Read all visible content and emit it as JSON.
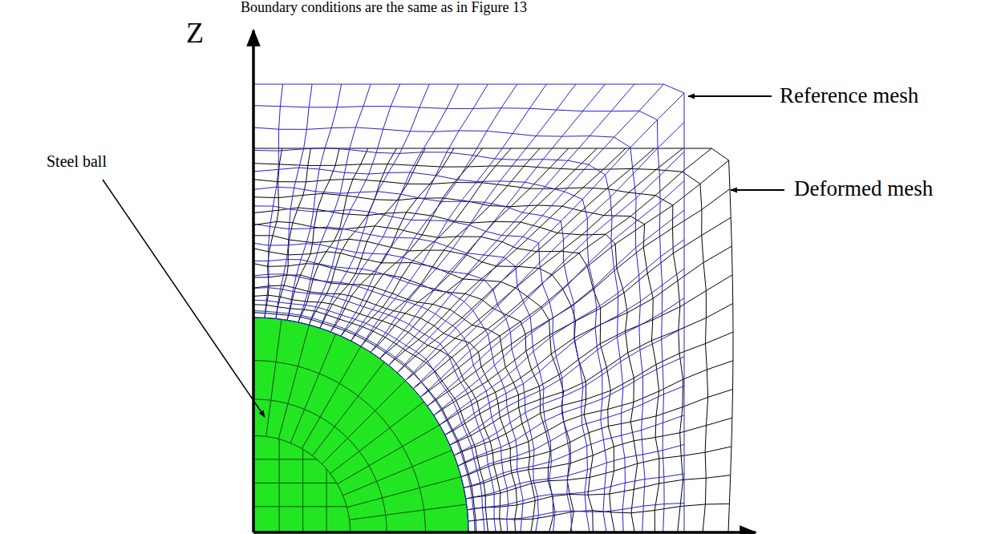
{
  "diagram": {
    "labels": [
      "Boundary conditions are the same as in Figure 13",
      "Z",
      "Reference mesh",
      "Deformed mesh",
      "Steel ball"
    ]
  }
}
